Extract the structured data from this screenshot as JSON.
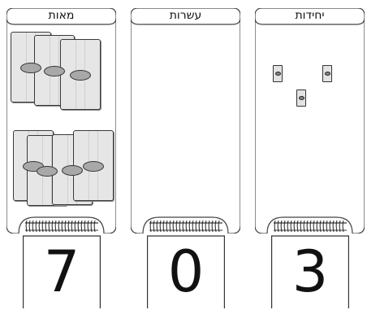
{
  "columns": {
    "hundreds": {
      "title": "מאות",
      "digit": "7",
      "block_count": 7
    },
    "tens": {
      "title": "עשרות",
      "digit": "0",
      "block_count": 0
    },
    "units": {
      "title": "יחידות",
      "digit": "3",
      "block_count": 3
    }
  },
  "colors": {
    "border": "#444444",
    "card_fill": "#e6e6e6",
    "coin_fill": "#a8a8a8"
  }
}
